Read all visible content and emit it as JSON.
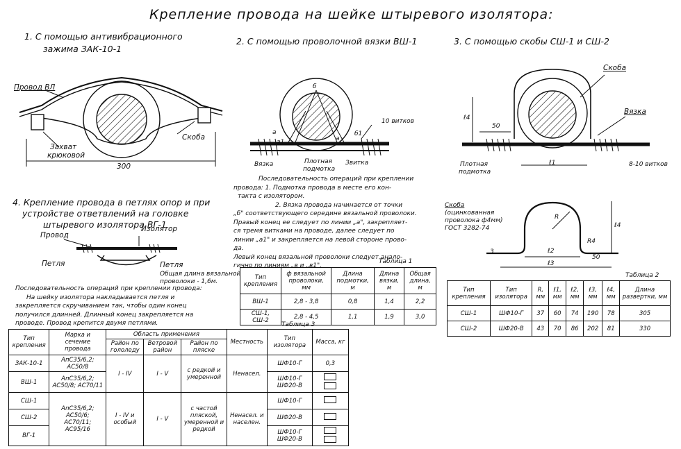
{
  "title": "Крепление провода на шейке штыревого изолятора:",
  "sec1": {
    "heading_l1": "1. С помощью антивибрационного",
    "heading_l2": "зажима ЗАК-10-1",
    "label_wire": "Провод ВЛ",
    "label_grip_l1": "Захват",
    "label_grip_l2": "крюковой",
    "label_bracket": "Скоба",
    "dim": "300"
  },
  "sec2": {
    "heading": "2. С помощью проволочной вязки ВШ-1",
    "label_turns": "10 витков",
    "label_tie": "Вязка",
    "label_wrap_l1": "Плотная",
    "label_wrap_l2": "подмотка",
    "label_twist": "Звитка",
    "pt_a": "а",
    "pt_a1": "а1",
    "pt_b": "б",
    "pt_b1": "б1",
    "pt_a2": "а",
    "para": [
      "Последовательность операций при креплении",
      "провода:   1. Подмотка провода в месте его кон-",
      "такта с изолятором.",
      "2. Вязка провода начинается от точки",
      "„б\" соответствующего середине вязальной проволоки.",
      "Правый конец ее следует по линии „а\", закрепляет-",
      "ся тремя витками на проводе, далее следует по",
      "линии „а1\" и закрепляется на левой стороне прово-",
      "да.",
      "Левый конец вязальной проволоки следует анало-",
      "гично по линиям „в и „в1\"."
    ]
  },
  "sec3": {
    "heading": "3. С помощью скобы СШ-1 и СШ-2",
    "label_bracket": "Скоба",
    "label_tie": "Вязка",
    "label_wrap_l1": "Плотная",
    "label_wrap_l2": "подмотка",
    "label_turns": "8-10 витков",
    "dim_50": "50",
    "dim_l1": "ℓ1",
    "dim_l4": "ℓ4",
    "label_bracket2_l1": "Скоба",
    "label_bracket2_l2": "(оцинкованная",
    "label_bracket2_l3": "проволока ф4мм)",
    "label_bracket2_l4": "ГОСТ 3282-74",
    "dim_R": "R",
    "dim_l2": "ℓ2",
    "dim_l3": "ℓ3",
    "dim_l4b": "ℓ4",
    "dim_R4": "R4",
    "dim_50b": "50",
    "dim_3": "3"
  },
  "sec4": {
    "heading_l1": "4. Крепление провода в петлях опор и при",
    "heading_l2": "устройстве ответвлений на головке",
    "heading_l3": "штыревого изолятора ВГ-1",
    "label_wire": "Провод",
    "label_insulator": "Изолятор",
    "label_loop_l": "Петля",
    "label_loop_r": "Петля",
    "label_length_l1": "Общая длина вязальной",
    "label_length_l2": "проволоки - 1,6м.",
    "para": [
      "Последовательность операций при креплении провода:",
      "На шейку изолятора накладывается петля и",
      "закрепляется скручиванием так, чтобы один конец",
      "получился длинней. Длинный конец закрепляется на",
      "проводе.  Провод крепится двумя петлями."
    ]
  },
  "table1": {
    "caption": "Таблица 1",
    "headers": [
      "Тип крепления",
      "ф вязальной проволоки, мм",
      "Длина подмотки, м",
      "Длина вязки, м",
      "Общая длина, м"
    ],
    "rows": [
      [
        "ВШ-1",
        "2,8 - 3,8",
        "0,8",
        "1,4",
        "2,2"
      ],
      [
        "СШ-1, СШ-2",
        "2,8 - 4,5",
        "1,1",
        "1,9",
        "3,0"
      ]
    ]
  },
  "table2": {
    "caption": "Таблица 2",
    "headers": [
      "Тип крепления",
      "Тип изолятора",
      "R, мм",
      "ℓ1, мм",
      "ℓ2, мм",
      "ℓ3, мм",
      "ℓ4, мм",
      "Длина развертки, мм"
    ],
    "rows": [
      [
        "СШ-1",
        "ШФ10-Г",
        "37",
        "60",
        "74",
        "190",
        "78",
        "305"
      ],
      [
        "СШ-2",
        "ШФ20-В",
        "43",
        "70",
        "86",
        "202",
        "81",
        "330"
      ]
    ]
  },
  "table3": {
    "caption": "Таблица 3",
    "h_type": "Тип крепления",
    "h_mark": "Марка и сечение провода",
    "h_area": "Область применения",
    "h_ice": "Район по гололеду",
    "h_wind": "Ветровой район",
    "h_dance": "Район по пляске",
    "h_locality": "Местность",
    "h_insulator": "Тип изолятора",
    "h_mass": "Масса, кг",
    "r1_type": "ЗАК-10-1",
    "r1_mark": "АпС35/6,2; АС50/8",
    "r1_ice": "I - IV",
    "r1_wind": "I - V",
    "r1_dance": "с редкой и умеренной",
    "r1_loc": "Ненасел.",
    "r1_ins": "ШФ10-Г",
    "r1_mass": "0,3",
    "r2_type": "ВШ-1",
    "r2_mark": "АпС35/6,2; АС50/8; АС70/11",
    "r2_ins_a": "ШФ10-Г",
    "r2_ins_b": "ШФ20-В",
    "r3_type": "СШ-1",
    "r3_mark": "АпС35/6,2; АС50/6; АС70/11; АС95/16",
    "r3_ice": "I - IV и особый",
    "r3_wind": "I - V",
    "r3_dance": "с частой пляской, умеренной и редкой",
    "r3_loc": "Ненасел. и населен.",
    "r3_ins": "ШФ10-Г",
    "r4_type": "СШ-2",
    "r4_ins": "ШФ20-В",
    "r5_type": "ВГ-1",
    "r5_ins_a": "ШФ10-Г",
    "r5_ins_b": "ШФ20-В"
  }
}
